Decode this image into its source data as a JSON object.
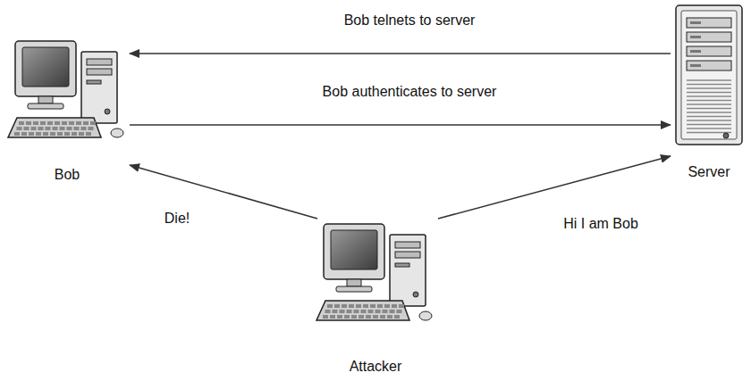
{
  "diagram": {
    "nodes": [
      {
        "text": [
          "Bob"
        ]
      },
      {
        "text": [
          "Server"
        ]
      },
      {
        "text": [
          "Attacker"
        ]
      }
    ],
    "edges": [
      {
        "from": 1,
        "to": 0,
        "arrow": "to",
        "label": "Bob telnets to server"
      },
      {
        "from": 0,
        "to": 1,
        "arrow": "to",
        "label": "Bob authenticates to server"
      },
      {
        "from": 2,
        "to": 0,
        "arrow": "to",
        "label": "Die!"
      },
      {
        "from": 2,
        "to": 1,
        "arrow": "to",
        "label": "Hi I am Bob"
      }
    ]
  }
}
